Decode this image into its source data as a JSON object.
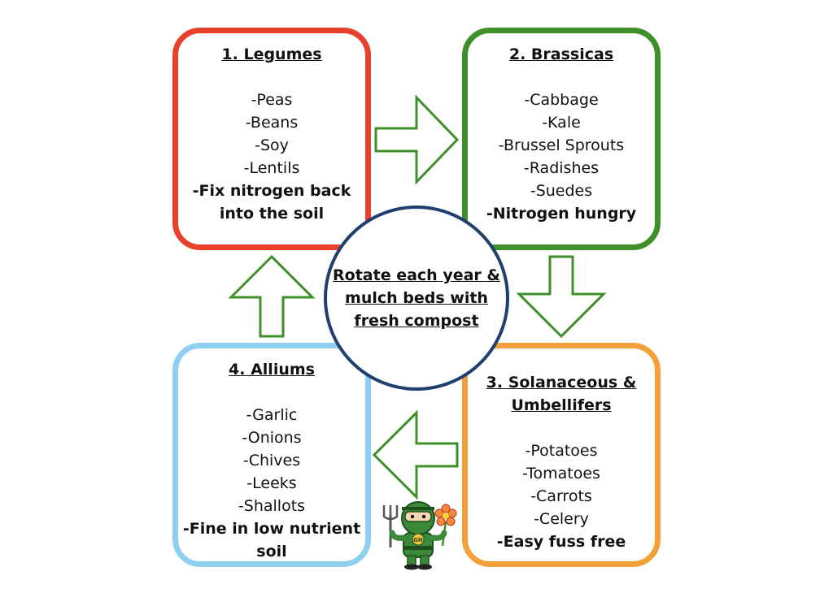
{
  "boxes": {
    "legumes": {
      "title": "1. Legumes",
      "items": [
        "-Peas",
        "-Beans",
        "-Soy",
        "-Lentils"
      ],
      "note": [
        "-Fix nitrogen back",
        "into the soil"
      ],
      "color": "#e8412b"
    },
    "brassicas": {
      "title": "2. Brassicas",
      "items": [
        "-Cabbage",
        "-Kale",
        "-Brussel Sprouts",
        "-Radishes",
        "-Suedes"
      ],
      "note": [
        "-Nitrogen hungry"
      ],
      "color": "#3f8f2a"
    },
    "solanaceous": {
      "title": [
        "3. Solanaceous &",
        "Umbellifers"
      ],
      "items": [
        "-Potatoes",
        "-Tomatoes",
        "-Carrots",
        "-Celery"
      ],
      "note": [
        "-Easy fuss free"
      ],
      "color": "#f2a03a"
    },
    "alliums": {
      "title": "4. Alliums",
      "items": [
        "-Garlic",
        "-Onions",
        "-Chives",
        "-Leeks",
        "-Shallots"
      ],
      "note": [
        "-Fine in low nutrient",
        "soil"
      ],
      "color": "#8fd0f0"
    }
  },
  "center": {
    "lines": [
      "Rotate each year &",
      "mulch beds with",
      "fresh compost"
    ],
    "color": "#1f3f6e"
  },
  "arrow_color": "#3f8f2a",
  "mascot": {
    "badge": "GN",
    "icon": "gardener-ninja-mascot-icon"
  }
}
